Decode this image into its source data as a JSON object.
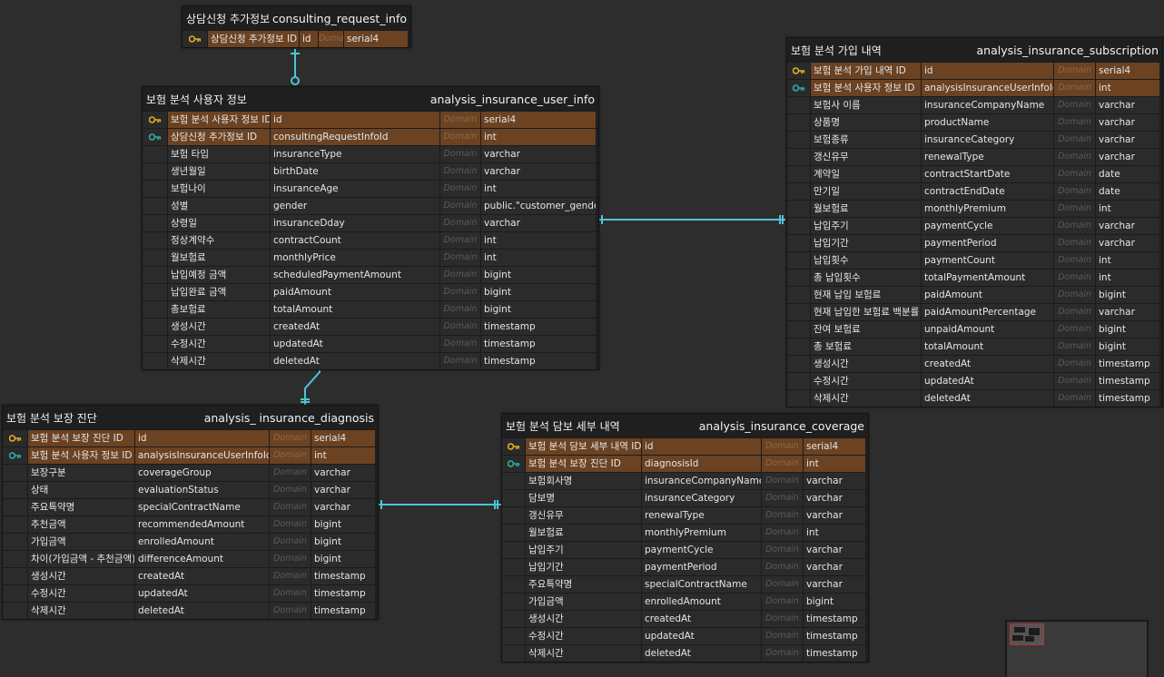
{
  "colors": {
    "background": "#2d2d2e",
    "key_row": "#6b4222",
    "pk_icon": "#e0b020",
    "fk_icon": "#2bb0a8",
    "relation_line": "#4fc3d6"
  },
  "tables": {
    "consulting": {
      "display_name": "상담신청 추가정보",
      "table_name": "consulting_request_info",
      "rows": [
        {
          "key": "pk",
          "label": "상담신청 추가정보 ID",
          "column": "id",
          "domain": "Domain",
          "type": "serial4"
        }
      ]
    },
    "user_info": {
      "display_name": "보험 분석 사용자 정보",
      "table_name": "analysis_insurance_user_info",
      "rows": [
        {
          "key": "pk",
          "label": "보험 분석 사용자 정보 ID",
          "column": "id",
          "domain": "Domain",
          "type": "serial4"
        },
        {
          "key": "fk",
          "label": "상담신청 추가정보 ID",
          "column": "consultingRequestInfoId",
          "domain": "Domain",
          "type": "int"
        },
        {
          "key": "",
          "label": "보험 타입",
          "column": "insuranceType",
          "domain": "Domain",
          "type": "varchar"
        },
        {
          "key": "",
          "label": "생년월일",
          "column": "birthDate",
          "domain": "Domain",
          "type": "varchar"
        },
        {
          "key": "",
          "label": "보험나이",
          "column": "insuranceAge",
          "domain": "Domain",
          "type": "int"
        },
        {
          "key": "",
          "label": "성별",
          "column": "gender",
          "domain": "Domain",
          "type": "public.\"customer_gender_enum\""
        },
        {
          "key": "",
          "label": "상령일",
          "column": "insuranceDday",
          "domain": "Domain",
          "type": "varchar"
        },
        {
          "key": "",
          "label": "정상계약수",
          "column": "contractCount",
          "domain": "Domain",
          "type": "int"
        },
        {
          "key": "",
          "label": "월보험료",
          "column": "monthlyPrice",
          "domain": "Domain",
          "type": "int"
        },
        {
          "key": "",
          "label": "납입예정 금액",
          "column": "scheduledPaymentAmount",
          "domain": "Domain",
          "type": "bigint"
        },
        {
          "key": "",
          "label": "납입완료 금액",
          "column": "paidAmount",
          "domain": "Domain",
          "type": "bigint"
        },
        {
          "key": "",
          "label": "총보험료",
          "column": "totalAmount",
          "domain": "Domain",
          "type": "bigint"
        },
        {
          "key": "",
          "label": "생성시간",
          "column": "createdAt",
          "domain": "Domain",
          "type": "timestamp"
        },
        {
          "key": "",
          "label": "수정시간",
          "column": "updatedAt",
          "domain": "Domain",
          "type": "timestamp"
        },
        {
          "key": "",
          "label": "삭제시간",
          "column": "deletedAt",
          "domain": "Domain",
          "type": "timestamp"
        }
      ]
    },
    "subscription": {
      "display_name": "보험 분석 가입 내역",
      "table_name": "analysis_insurance_subscription",
      "rows": [
        {
          "key": "pk",
          "label": "보험 분석 가입 내역 ID",
          "column": "id",
          "domain": "Domain",
          "type": "serial4"
        },
        {
          "key": "fk",
          "label": "보험 분석 사용자 정보 ID",
          "column": "analysisInsuranceUserInfoId",
          "domain": "Domain",
          "type": "int"
        },
        {
          "key": "",
          "label": "보험사 이름",
          "column": "insuranceCompanyName",
          "domain": "Domain",
          "type": "varchar"
        },
        {
          "key": "",
          "label": "상품명",
          "column": "productName",
          "domain": "Domain",
          "type": "varchar"
        },
        {
          "key": "",
          "label": "보험종류",
          "column": "insuranceCategory",
          "domain": "Domain",
          "type": "varchar"
        },
        {
          "key": "",
          "label": "갱신유무",
          "column": "renewalType",
          "domain": "Domain",
          "type": "varchar"
        },
        {
          "key": "",
          "label": "계약일",
          "column": "contractStartDate",
          "domain": "Domain",
          "type": "date"
        },
        {
          "key": "",
          "label": "만기일",
          "column": "contractEndDate",
          "domain": "Domain",
          "type": "date"
        },
        {
          "key": "",
          "label": "월보험료",
          "column": "monthlyPremium",
          "domain": "Domain",
          "type": "int"
        },
        {
          "key": "",
          "label": "납입주기",
          "column": "paymentCycle",
          "domain": "Domain",
          "type": "varchar"
        },
        {
          "key": "",
          "label": "납입기간",
          "column": "paymentPeriod",
          "domain": "Domain",
          "type": "varchar"
        },
        {
          "key": "",
          "label": "납입횟수",
          "column": "paymentCount",
          "domain": "Domain",
          "type": "int"
        },
        {
          "key": "",
          "label": "총 납입횟수",
          "column": "totalPaymentAmount",
          "domain": "Domain",
          "type": "int"
        },
        {
          "key": "",
          "label": "현재 납입 보험료",
          "column": "paidAmount",
          "domain": "Domain",
          "type": "bigint"
        },
        {
          "key": "",
          "label": "현재 납입한 보험료 백분률",
          "column": "paidAmountPercentage",
          "domain": "Domain",
          "type": "varchar"
        },
        {
          "key": "",
          "label": "잔여 보험료",
          "column": "unpaidAmount",
          "domain": "Domain",
          "type": "bigint"
        },
        {
          "key": "",
          "label": "총 보험료",
          "column": "totalAmount",
          "domain": "Domain",
          "type": "bigint"
        },
        {
          "key": "",
          "label": "생성시간",
          "column": "createdAt",
          "domain": "Domain",
          "type": "timestamp"
        },
        {
          "key": "",
          "label": "수정시간",
          "column": "updatedAt",
          "domain": "Domain",
          "type": "timestamp"
        },
        {
          "key": "",
          "label": "삭제시간",
          "column": "deletedAt",
          "domain": "Domain",
          "type": "timestamp"
        }
      ]
    },
    "diagnosis": {
      "display_name": "보험 분석 보장 진단",
      "table_name": "analysis_ insurance_diagnosis",
      "rows": [
        {
          "key": "pk",
          "label": "보험 분석 보장 진단 ID",
          "column": "id",
          "domain": "Domain",
          "type": "serial4"
        },
        {
          "key": "fk",
          "label": "보험 분석 사용자 정보 ID",
          "column": "analysisInsuranceUserInfoId",
          "domain": "Domain",
          "type": "int"
        },
        {
          "key": "",
          "label": "보장구분",
          "column": "coverageGroup",
          "domain": "Domain",
          "type": "varchar"
        },
        {
          "key": "",
          "label": "상태",
          "column": "evaluationStatus",
          "domain": "Domain",
          "type": "varchar"
        },
        {
          "key": "",
          "label": "주요특약명",
          "column": "specialContractName",
          "domain": "Domain",
          "type": "varchar"
        },
        {
          "key": "",
          "label": "추천금액",
          "column": "recommendedAmount",
          "domain": "Domain",
          "type": "bigint"
        },
        {
          "key": "",
          "label": "가입금액",
          "column": "enrolledAmount",
          "domain": "Domain",
          "type": "bigint"
        },
        {
          "key": "",
          "label": "차이(가입금액 - 추천금액)",
          "column": "differenceAmount",
          "domain": "Domain",
          "type": "bigint"
        },
        {
          "key": "",
          "label": "생성시간",
          "column": "createdAt",
          "domain": "Domain",
          "type": "timestamp"
        },
        {
          "key": "",
          "label": "수정시간",
          "column": "updatedAt",
          "domain": "Domain",
          "type": "timestamp"
        },
        {
          "key": "",
          "label": "삭제시간",
          "column": "deletedAt",
          "domain": "Domain",
          "type": "timestamp"
        }
      ]
    },
    "coverage": {
      "display_name": "보험 분석 담보 세부 내역",
      "table_name": "analysis_insurance_coverage",
      "rows": [
        {
          "key": "pk",
          "label": "보험 분석 담보 세부 내역 ID",
          "column": "id",
          "domain": "Domain",
          "type": "serial4"
        },
        {
          "key": "fk",
          "label": "보험 분석 보장 진단 ID",
          "column": "diagnosisId",
          "domain": "Domain",
          "type": "int"
        },
        {
          "key": "",
          "label": "보험회사명",
          "column": "insuranceCompanyName",
          "domain": "Domain",
          "type": "varchar"
        },
        {
          "key": "",
          "label": "담보명",
          "column": "insuranceCategory",
          "domain": "Domain",
          "type": "varchar"
        },
        {
          "key": "",
          "label": "갱신유무",
          "column": "renewalType",
          "domain": "Domain",
          "type": "varchar"
        },
        {
          "key": "",
          "label": "월보험료",
          "column": "monthlyPremium",
          "domain": "Domain",
          "type": "int"
        },
        {
          "key": "",
          "label": "납입주기",
          "column": "paymentCycle",
          "domain": "Domain",
          "type": "varchar"
        },
        {
          "key": "",
          "label": "납입기간",
          "column": "paymentPeriod",
          "domain": "Domain",
          "type": "varchar"
        },
        {
          "key": "",
          "label": "주요특약명",
          "column": "specialContractName",
          "domain": "Domain",
          "type": "varchar"
        },
        {
          "key": "",
          "label": "가입금액",
          "column": "enrolledAmount",
          "domain": "Domain",
          "type": "bigint"
        },
        {
          "key": "",
          "label": "생성시간",
          "column": "createdAt",
          "domain": "Domain",
          "type": "timestamp"
        },
        {
          "key": "",
          "label": "수정시간",
          "column": "updatedAt",
          "domain": "Domain",
          "type": "timestamp"
        },
        {
          "key": "",
          "label": "삭제시간",
          "column": "deletedAt",
          "domain": "Domain",
          "type": "timestamp"
        }
      ]
    }
  }
}
